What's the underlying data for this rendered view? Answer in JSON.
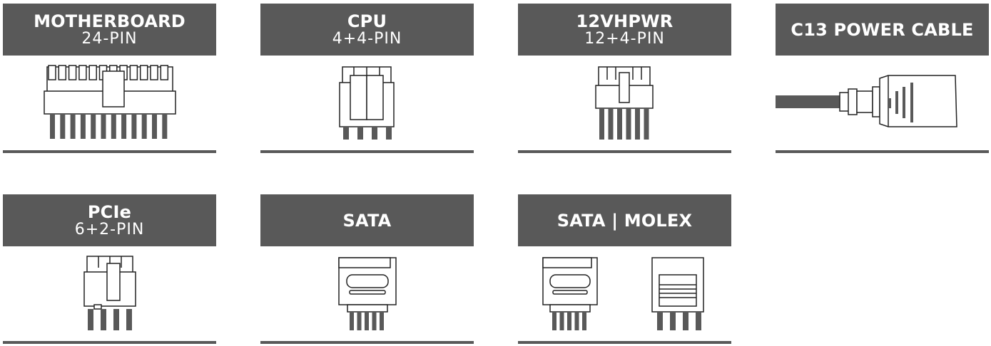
{
  "connectors": [
    {
      "id": "motherboard",
      "title": "MOTHERBOARD",
      "subtitle": "24-PIN",
      "icon": "motherboard-24pin-connector-icon"
    },
    {
      "id": "cpu",
      "title": "CPU",
      "subtitle": "4+4-PIN",
      "icon": "cpu-4plus4pin-connector-icon"
    },
    {
      "id": "12vhpwr",
      "title": "12VHPWR",
      "subtitle": "12+4-PIN",
      "icon": "12vhpwr-connector-icon"
    },
    {
      "id": "c13",
      "title": "C13 POWER CABLE",
      "subtitle": "",
      "icon": "c13-power-cable-icon"
    },
    {
      "id": "pcie",
      "title": "PCIe",
      "subtitle": "6+2-PIN",
      "icon": "pcie-6plus2pin-connector-icon"
    },
    {
      "id": "sata",
      "title": "SATA",
      "subtitle": "",
      "icon": "sata-connector-icon"
    },
    {
      "id": "sata-molex",
      "title": "SATA | MOLEX",
      "subtitle": "",
      "icon": "sata-molex-connector-icon"
    }
  ],
  "colors": {
    "header_bg": "#595959",
    "header_text": "#ffffff",
    "line": "#222222"
  }
}
